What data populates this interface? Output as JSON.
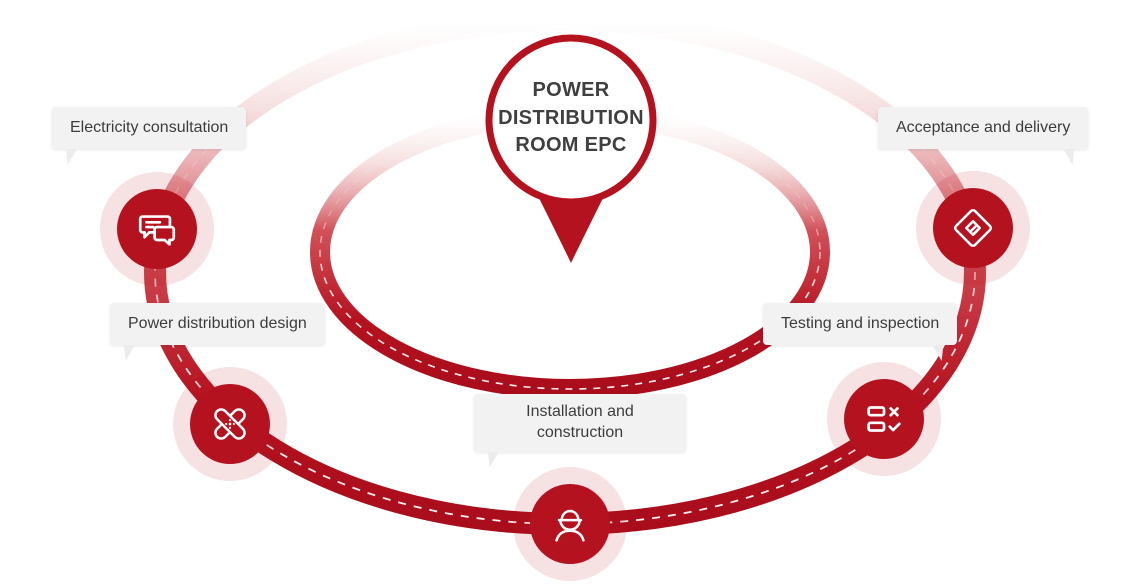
{
  "center": {
    "title_lines": [
      "POWER",
      "DISTRIBUTION",
      "ROOM EPC"
    ]
  },
  "steps": [
    {
      "id": "electricity-consultation",
      "label": "Electricity consultation",
      "icon": "chat-icon"
    },
    {
      "id": "power-distribution-design",
      "label": "Power distribution design",
      "icon": "bandage-icon"
    },
    {
      "id": "installation-and-construction",
      "label": "Installation and construction",
      "icon": "worker-icon"
    },
    {
      "id": "testing-and-inspection",
      "label": "Testing and inspection",
      "icon": "checklist-icon"
    },
    {
      "id": "acceptance-and-delivery",
      "label": "Acceptance and delivery",
      "icon": "handshake-icon"
    }
  ],
  "colors": {
    "primary": "#b5121f",
    "ring_dark": "#a90d1b",
    "ring_light": "#eec3c4",
    "halo": "#f6dcde",
    "label_bg": "#f2f2f3",
    "label_text": "#3c3c3c",
    "title_text": "#3f3f3f",
    "icon_stroke": "#ffffff"
  }
}
